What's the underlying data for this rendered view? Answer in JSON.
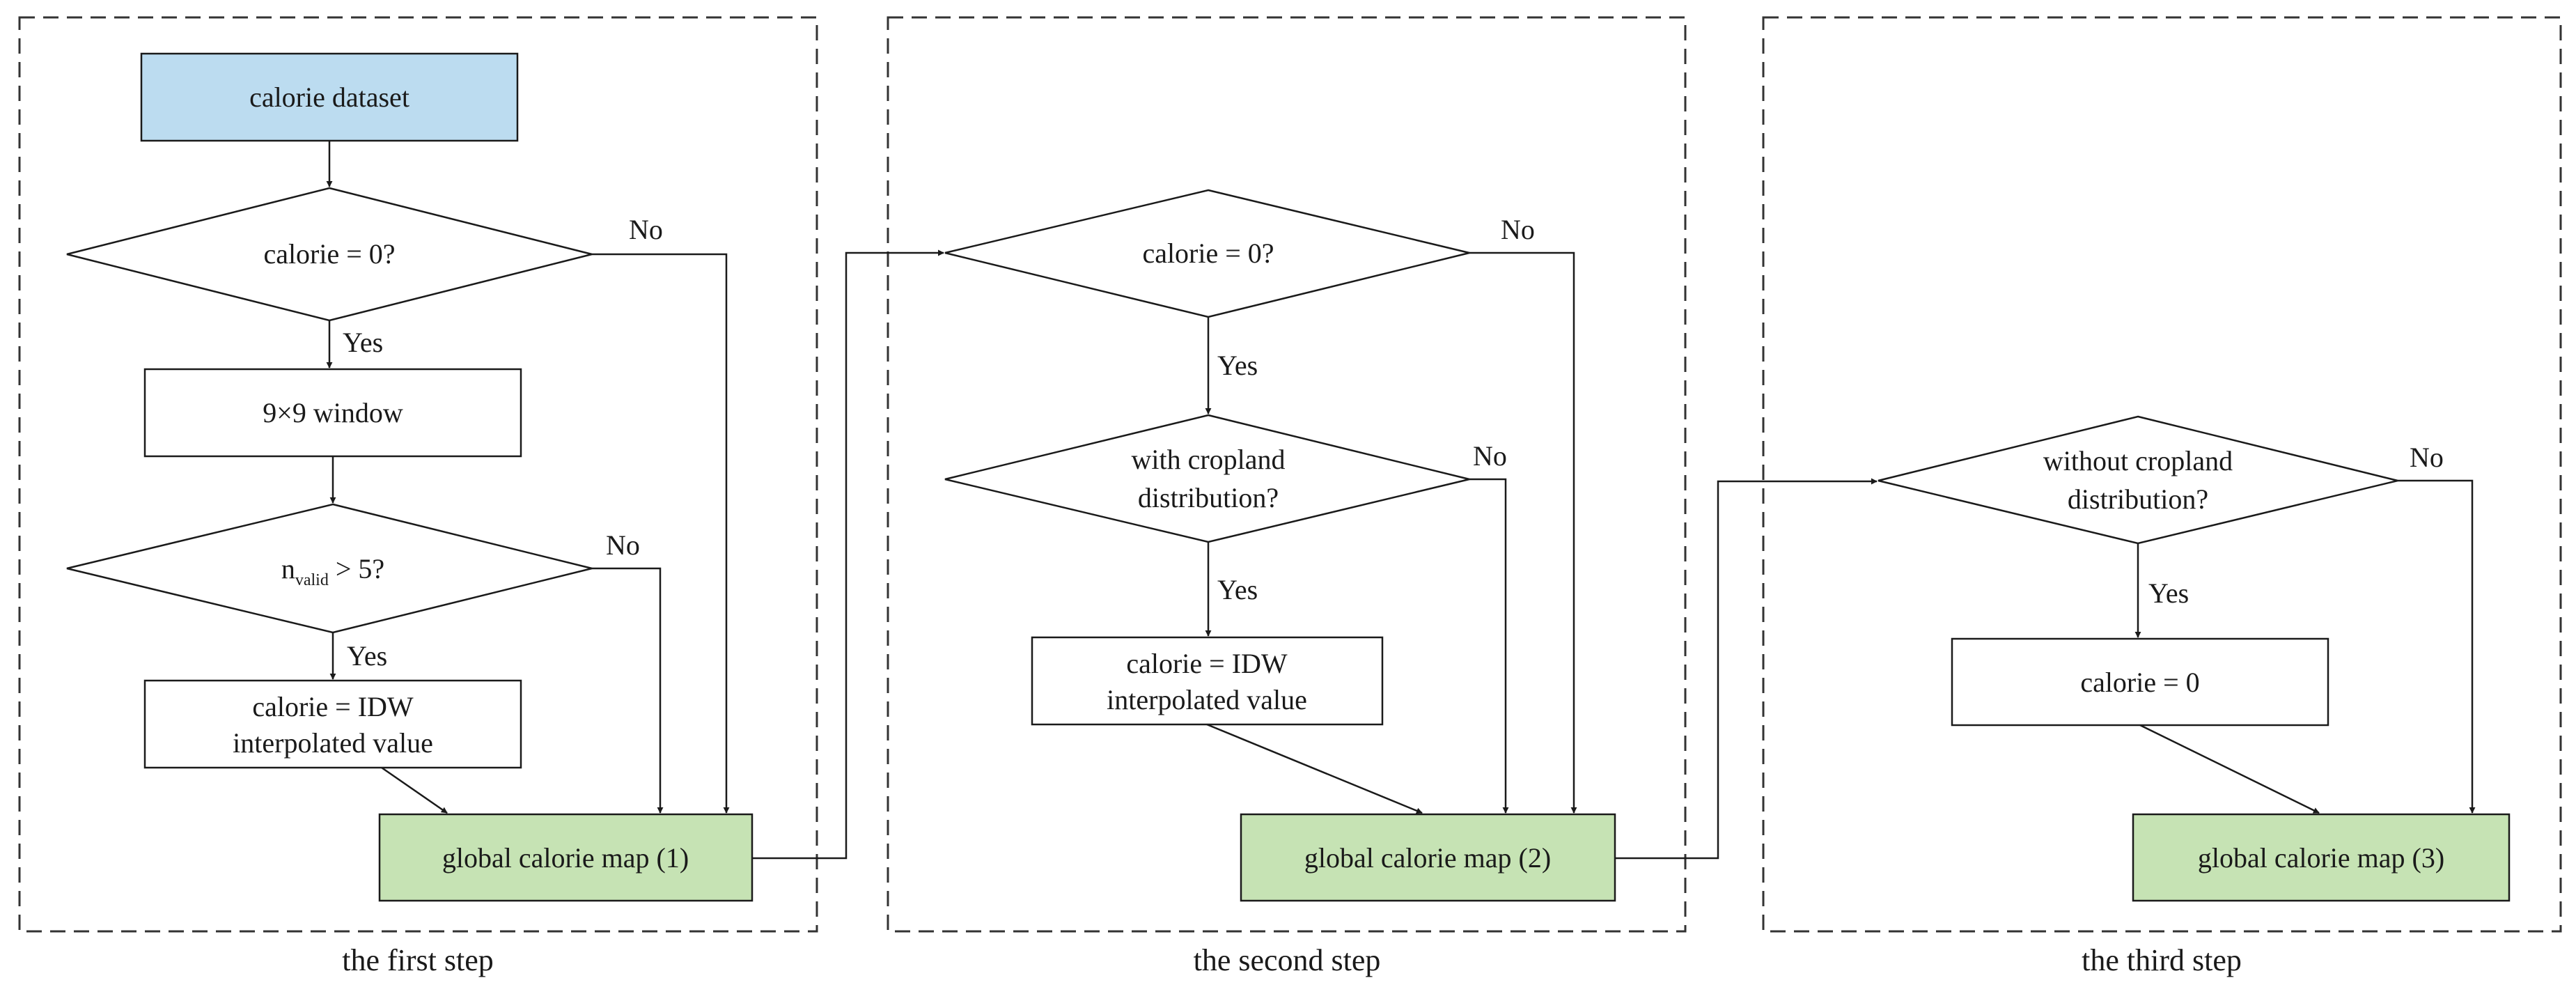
{
  "colors": {
    "start_fill": "#bcdcf0",
    "result_fill": "#c6e3b4",
    "process_fill": "#ffffff",
    "line": "#1a1a1a"
  },
  "steps": [
    {
      "caption": "the first step"
    },
    {
      "caption": "the second step"
    },
    {
      "caption": "the third step"
    }
  ],
  "step1": {
    "dataset": "calorie dataset",
    "decision_zero": "calorie = 0?",
    "window": "9×9 window",
    "decision_nvalid_main": "n",
    "decision_nvalid_sub": "valid",
    "decision_nvalid_tail": " > 5?",
    "idw_line1": "calorie = IDW",
    "idw_line2": "interpolated value",
    "result": "global calorie map (1)",
    "yes_1": "Yes",
    "yes_2": "Yes",
    "no_1": "No",
    "no_2": "No"
  },
  "step2": {
    "decision_zero": "calorie = 0?",
    "decision_crop_line1": "with cropland",
    "decision_crop_line2": "distribution?",
    "idw_line1": "calorie = IDW",
    "idw_line2": "interpolated value",
    "result": "global calorie map (2)",
    "yes_1": "Yes",
    "yes_2": "Yes",
    "no_1": "No",
    "no_2": "No"
  },
  "step3": {
    "decision_crop_line1": "without cropland",
    "decision_crop_line2": "distribution?",
    "set_zero": "calorie = 0",
    "result": "global calorie map (3)",
    "yes_1": "Yes",
    "no_1": "No"
  }
}
